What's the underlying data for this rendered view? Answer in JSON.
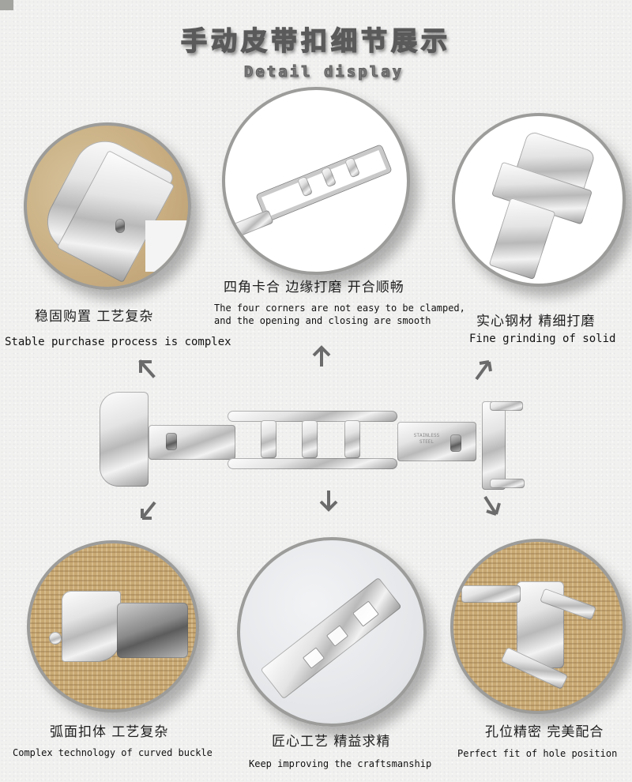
{
  "header": {
    "title_cn": "手动皮带扣细节展示",
    "title_en": "Detail display"
  },
  "details": [
    {
      "position": "top-left",
      "title_cn": "稳固购置 工艺复杂",
      "caption_en": "Stable purchase process is complex",
      "photo_background": "tan"
    },
    {
      "position": "top-center",
      "title_cn": "四角卡合 边缘打磨 开合顺畅",
      "caption_en_line1": "The four corners are not easy to be clamped,",
      "caption_en_line2": "and the opening and closing are smooth",
      "photo_background": "white"
    },
    {
      "position": "top-right",
      "title_cn": "实心钢材 精细打磨",
      "caption_en": "Fine grinding of solid",
      "photo_background": "white"
    },
    {
      "position": "bottom-left",
      "title_cn": "弧面扣体 工艺复杂",
      "caption_en": "Complex technology of curved buckle",
      "photo_background": "burlap"
    },
    {
      "position": "bottom-center",
      "title_cn": "匠心工艺 精益求精",
      "caption_en": "Keep improving the craftsmanship",
      "photo_background": "light-gray"
    },
    {
      "position": "bottom-right",
      "title_cn": "孔位精密 完美配合",
      "caption_en": "Perfect fit of hole position",
      "photo_background": "burlap"
    }
  ],
  "center_product": {
    "stamp_line1": "STAINLESS",
    "stamp_line2": "STEEL"
  },
  "arrows": {
    "color": "#6b6b6b",
    "directions": [
      "up-left",
      "up",
      "up-right",
      "down-left",
      "down",
      "down-right"
    ]
  },
  "colors": {
    "background": "#f1f1f0",
    "circle_border": "#9c9c9a",
    "title_text": "#6f6f6f",
    "corner_tab": "#a3a3a0"
  }
}
